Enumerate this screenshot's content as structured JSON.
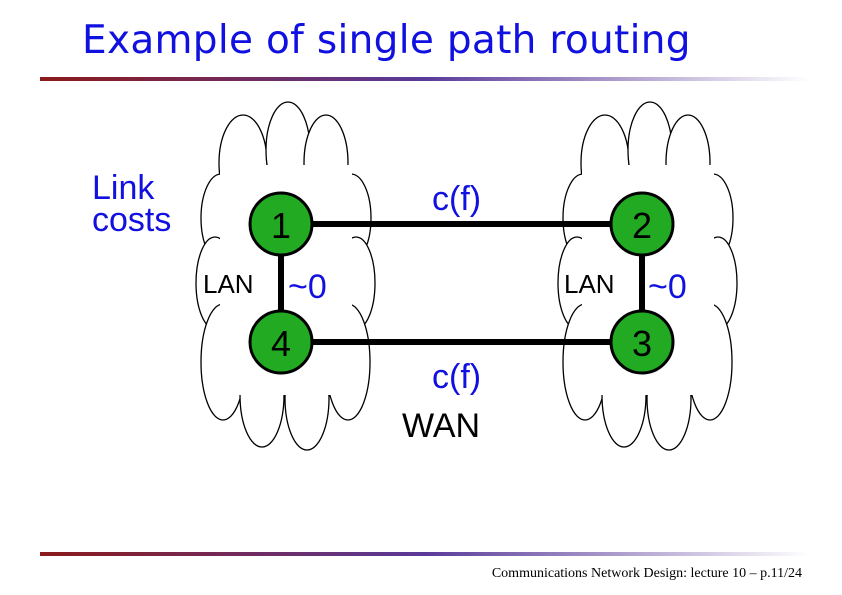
{
  "slide": {
    "title": "Example of single path routing",
    "footer": "Communications Network Design: lecture 10 – p.11/24"
  },
  "diagram": {
    "legend_line1": "Link",
    "legend_line2": "costs",
    "nodes": {
      "n1": "1",
      "n2": "2",
      "n3": "3",
      "n4": "4"
    },
    "wan_cost_top": "c(f)",
    "wan_cost_bottom": "c(f)",
    "wan_label": "WAN",
    "lan_left_label": "LAN",
    "lan_right_label": "LAN",
    "lan_left_cost": "~0",
    "lan_right_cost": "~0"
  },
  "colors": {
    "title": "#1010e0",
    "node_fill": "#22aa22",
    "rule_start": "#8b1a1a",
    "rule_end": "#ffffff"
  }
}
